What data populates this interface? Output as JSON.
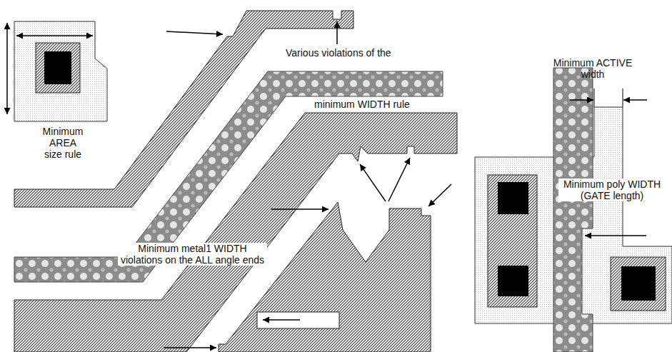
{
  "diagram": {
    "labels": [
      "Minimum AREA size rule",
      "Various violations of the",
      "minimum WIDTH rule",
      "Minimum metal1 WIDTH violations on the ALL angle ends",
      "Minimum ACTIVE width",
      "Minimum poly WIDTH (GATE length)"
    ]
  }
}
